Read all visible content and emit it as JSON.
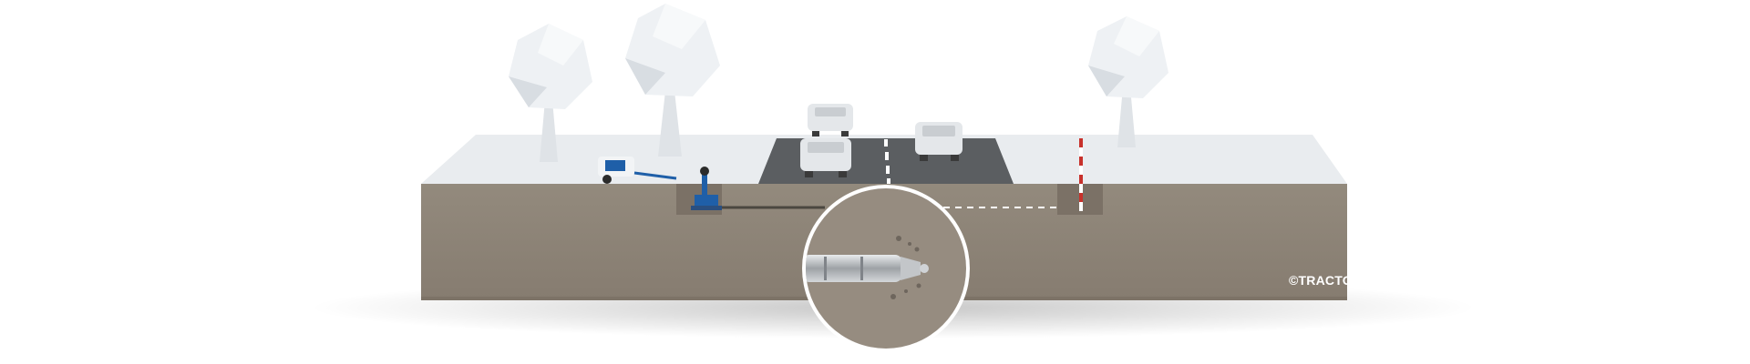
{
  "watermark": {
    "text": "©TRACTO"
  },
  "colors": {
    "background": "#ffffff",
    "soil": "#8f8578",
    "soil_dark": "#7d7367",
    "ground_surface": "#e9ecef",
    "road": "#5b5e61",
    "road_marking": "#ffffff",
    "tree_foliage": "#eef1f4",
    "tree_trunk": "#dfe3e7",
    "car": "#e4e7ea",
    "machine_blue": "#1f5fa8",
    "pole_red": "#c8312b",
    "bore_tool": "#b9bcbf"
  },
  "icons": {
    "scene": "trenchless-drilling-illustration",
    "magnifier": "magnified-drill-head"
  }
}
